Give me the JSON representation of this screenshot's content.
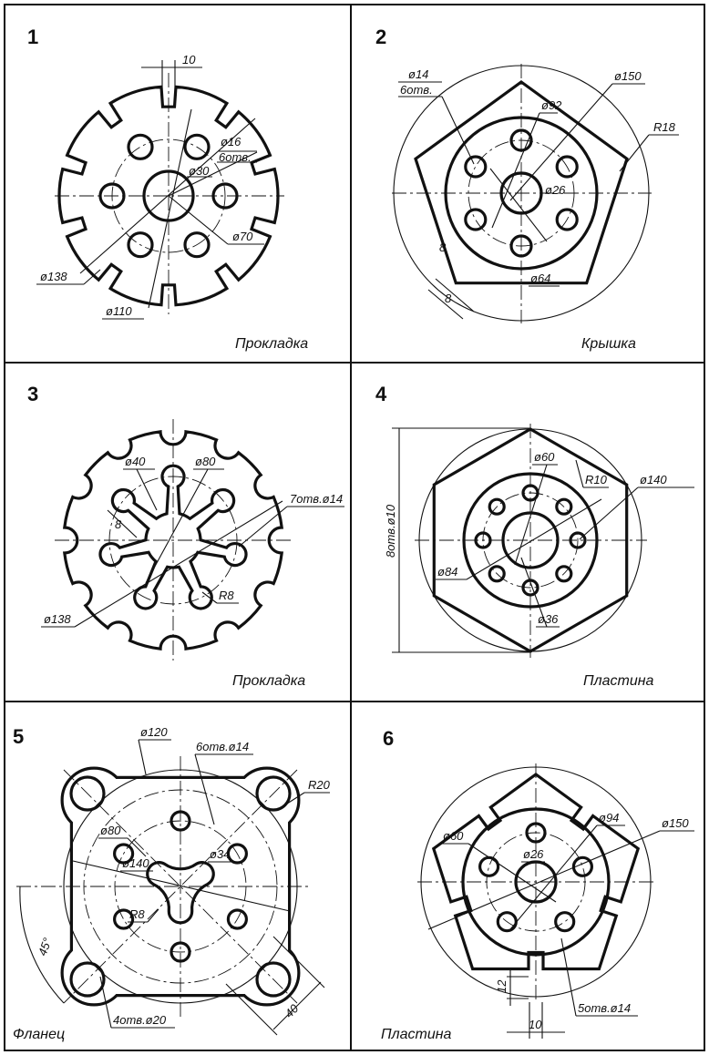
{
  "panels": [
    {
      "number": "1",
      "title": "Прокладка",
      "dims": [
        "10",
        "ø16",
        "6отв.",
        "ø30",
        "ø70",
        "ø138",
        "ø110"
      ]
    },
    {
      "number": "2",
      "title": "Крышка",
      "dims": [
        "ø14",
        "6отв.",
        "ø150",
        "ø92",
        "R18",
        "ø26",
        "ø64",
        "8",
        "8"
      ]
    },
    {
      "number": "3",
      "title": "Прокладка",
      "dims": [
        "ø40",
        "ø80",
        "7отв.ø14",
        "8",
        "R8",
        "ø138"
      ]
    },
    {
      "number": "4",
      "title": "Пластина",
      "dims": [
        "ø60",
        "R10",
        "8отв.ø10",
        "ø140",
        "ø84",
        "ø36"
      ]
    },
    {
      "number": "5",
      "title": "Фланец",
      "dims": [
        "ø120",
        "6отв.ø14",
        "R20",
        "ø80",
        "ø140",
        "ø34",
        "R8",
        "45°",
        "4отв.ø20",
        "40"
      ]
    },
    {
      "number": "6",
      "title": "Пластина",
      "dims": [
        "ø60",
        "ø94",
        "ø150",
        "ø26",
        "12",
        "10",
        "5отв.ø14"
      ]
    }
  ]
}
